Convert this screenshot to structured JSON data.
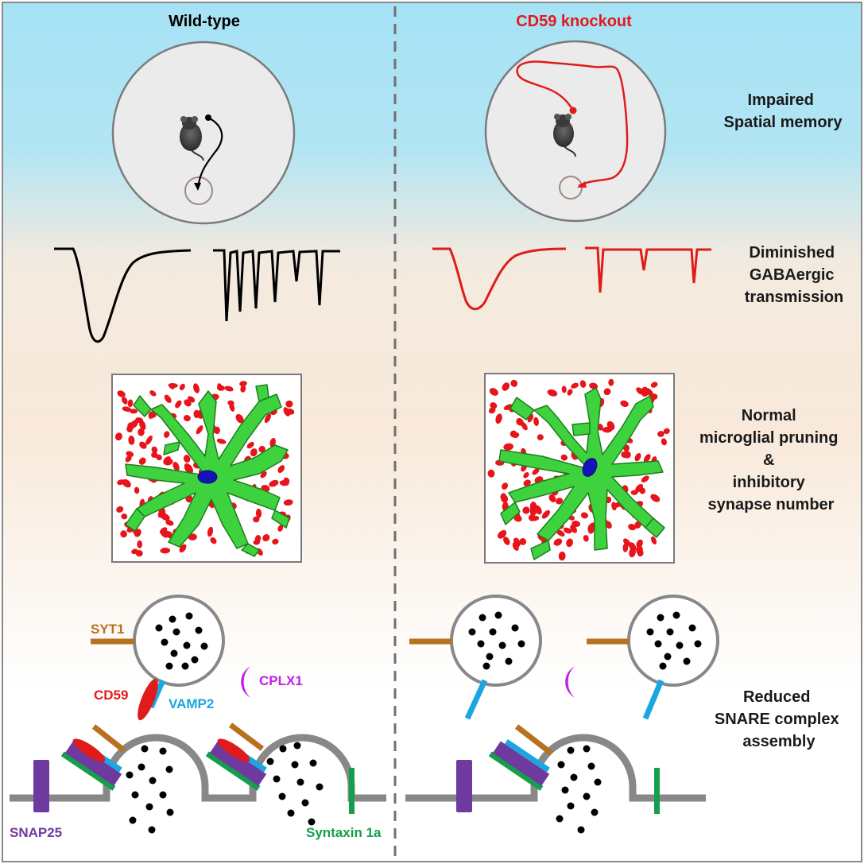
{
  "columns": {
    "left_title": "Wild-type",
    "right_title": "CD59 knockout"
  },
  "findings": {
    "spatial_memory": [
      "Impaired",
      "Spatial memory"
    ],
    "gaba_transmission": [
      "Diminished",
      "GABAergic",
      "transmission"
    ],
    "microglia": [
      "Normal",
      "microglial pruning",
      "&",
      "inhibitory",
      "synapse number"
    ],
    "snare": [
      "Reduced",
      "SNARE complex",
      "assembly"
    ]
  },
  "molecules": {
    "syt1": "SYT1",
    "cd59": "CD59",
    "vamp2": "VAMP2",
    "cplx1": "CPLX1",
    "snap25": "SNAP25",
    "syntaxin": "Syntaxin 1a"
  },
  "colors": {
    "wild_type": "#000000",
    "knockout": "#e01b1b",
    "sky_top": "#a9e3f5",
    "sand": "#f8eadb",
    "microglia": "#3fd23f",
    "synapse_puncta": "#e8141b",
    "nucleus": "#1414b8",
    "syt1": "#b8711f",
    "cd59": "#e01b1b",
    "vamp2": "#1aa6df",
    "cplx1": "#c21fe8",
    "snap25": "#6f3aa0",
    "syntaxin": "#14a04a",
    "membrane": "#888888"
  },
  "icons": {
    "mouse": "mouse-icon",
    "platform": "hidden-platform-icon"
  }
}
